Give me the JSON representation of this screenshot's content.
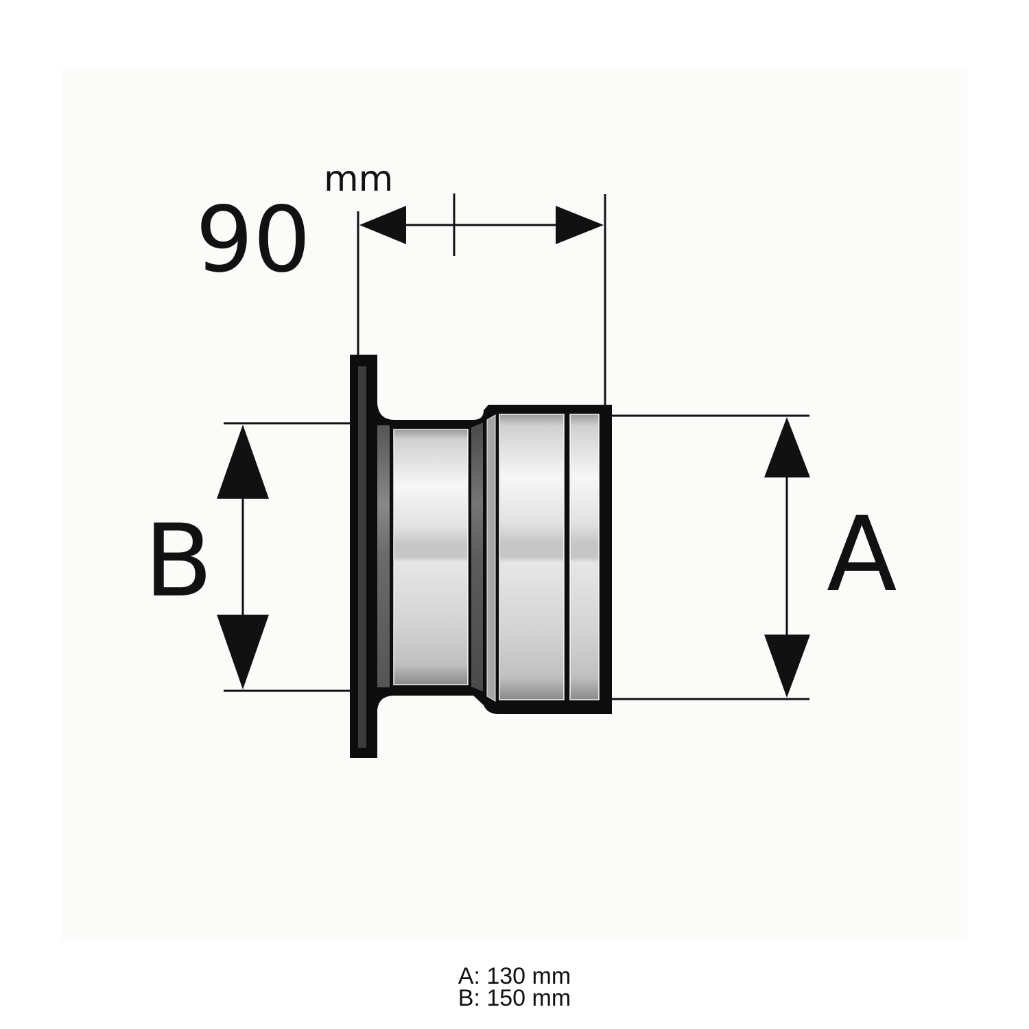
{
  "diagram": {
    "type": "pipe-reducer-flange-dimension-drawing",
    "length_dimension": {
      "value": "90",
      "unit": "mm"
    },
    "labels": {
      "outer_label_right": "A",
      "outer_label_left": "B"
    },
    "colors": {
      "ink": "#111111",
      "background": "#fbfbfa",
      "metal_light": "#eeeeee",
      "metal_mid": "#c8c8c8",
      "metal_dark": "#3a3a3a"
    }
  },
  "caption": {
    "line_a": "A: 130 mm",
    "line_b": "B: 150 mm"
  }
}
